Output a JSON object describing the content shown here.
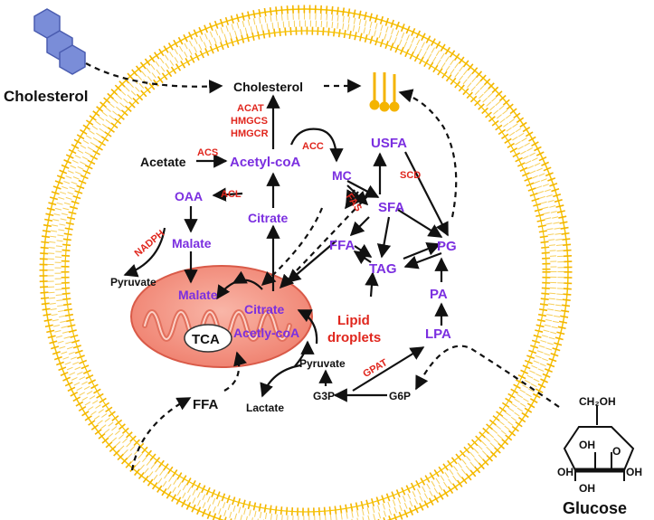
{
  "labels": {
    "cholesterol_outside": "Cholesterol",
    "cholesterol_inside": "Cholesterol",
    "acat": "ACAT",
    "hmgcs": "HMGCS",
    "hmgcr": "HMGCR",
    "acs": "ACS",
    "acc": "ACC",
    "acl": "ACL",
    "nadph": "NADPH",
    "scd": "SCD",
    "fas": "FAS",
    "gpat": "GPAT",
    "acetate": "Acetate",
    "acetyl_coa": "Acetyl-coA",
    "oaa": "OAA",
    "citrate_cyto": "Citrate",
    "malate_cyto": "Malate",
    "pyruvate_left": "Pyruvate",
    "mc": "MC",
    "usfa": "USFA",
    "sfa": "SFA",
    "ffa_inside": "FFA",
    "tag": "TAG",
    "pg": "PG",
    "pa": "PA",
    "lpa": "LPA",
    "lipid": "Lipid",
    "droplets": "droplets",
    "malate_mito": "Malate",
    "citrate_mito": "Citrate",
    "acetly_coa_mito": "Acetly-coA",
    "tca": "TCA",
    "pyruvate_bottom": "Pyruvate",
    "lactate": "Lactate",
    "g3p": "G3P",
    "g6p": "G6P",
    "ffa_outside": "FFA",
    "ch2oh": "CH₂OH",
    "ring_o": "O",
    "oh1": "OH",
    "oh2": "OH",
    "oh3": "OH",
    "oh4": "OH",
    "glucose": "Glucose"
  },
  "colors": {
    "membrane": "#f4b400",
    "metabolite": "#7b2fe0",
    "enzyme": "#e0261d",
    "mitochondrion": "#f08070",
    "cholesterol_hex": "#7a8dd8"
  }
}
